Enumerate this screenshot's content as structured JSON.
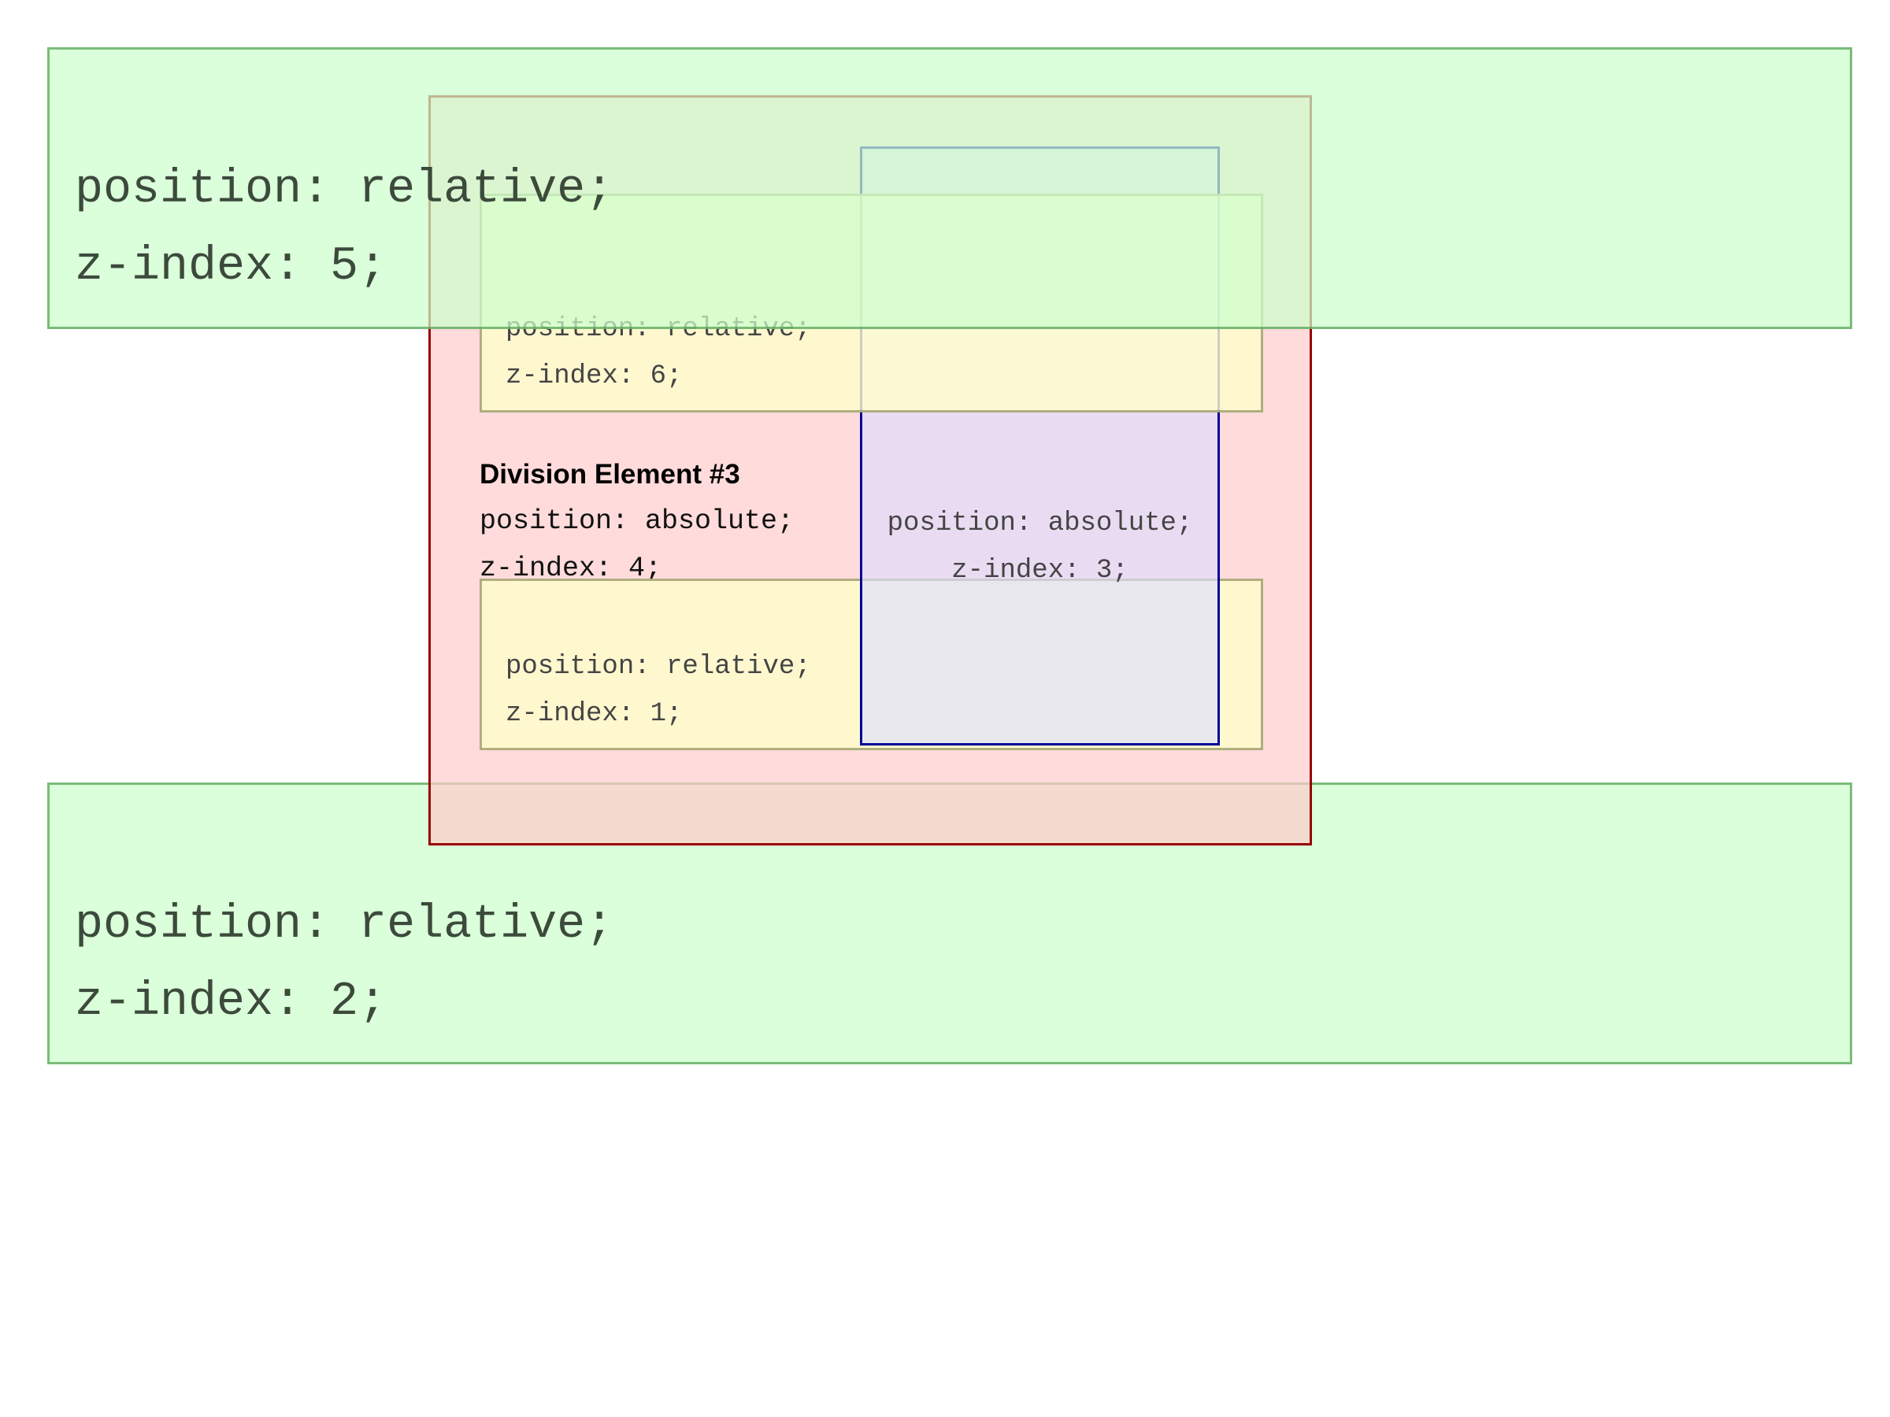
{
  "boxes": {
    "div5": {
      "line1": "position: relative;",
      "line2": "z-index: 5;",
      "background": "#ccffcc",
      "border": "#669966"
    },
    "div2": {
      "line1": "position: relative;",
      "line2": "z-index: 2;",
      "background": "#ccffcc",
      "border": "#669966"
    },
    "div4": {
      "title": "Division Element #3",
      "line1": "position: absolute;",
      "line2": "z-index: 4;",
      "background": "#ffcccc",
      "border": "#990000"
    },
    "div6": {
      "line1": "position: relative;",
      "line2": "z-index: 6;",
      "background": "#ffffcc",
      "border": "#999966"
    },
    "div1": {
      "line1": "position: relative;",
      "line2": "z-index: 1;",
      "background": "#ffffcc",
      "border": "#999966"
    },
    "div3": {
      "line1": "position: absolute;",
      "line2": "z-index: 3;",
      "background": "#ddddff",
      "border": "#000099"
    }
  }
}
